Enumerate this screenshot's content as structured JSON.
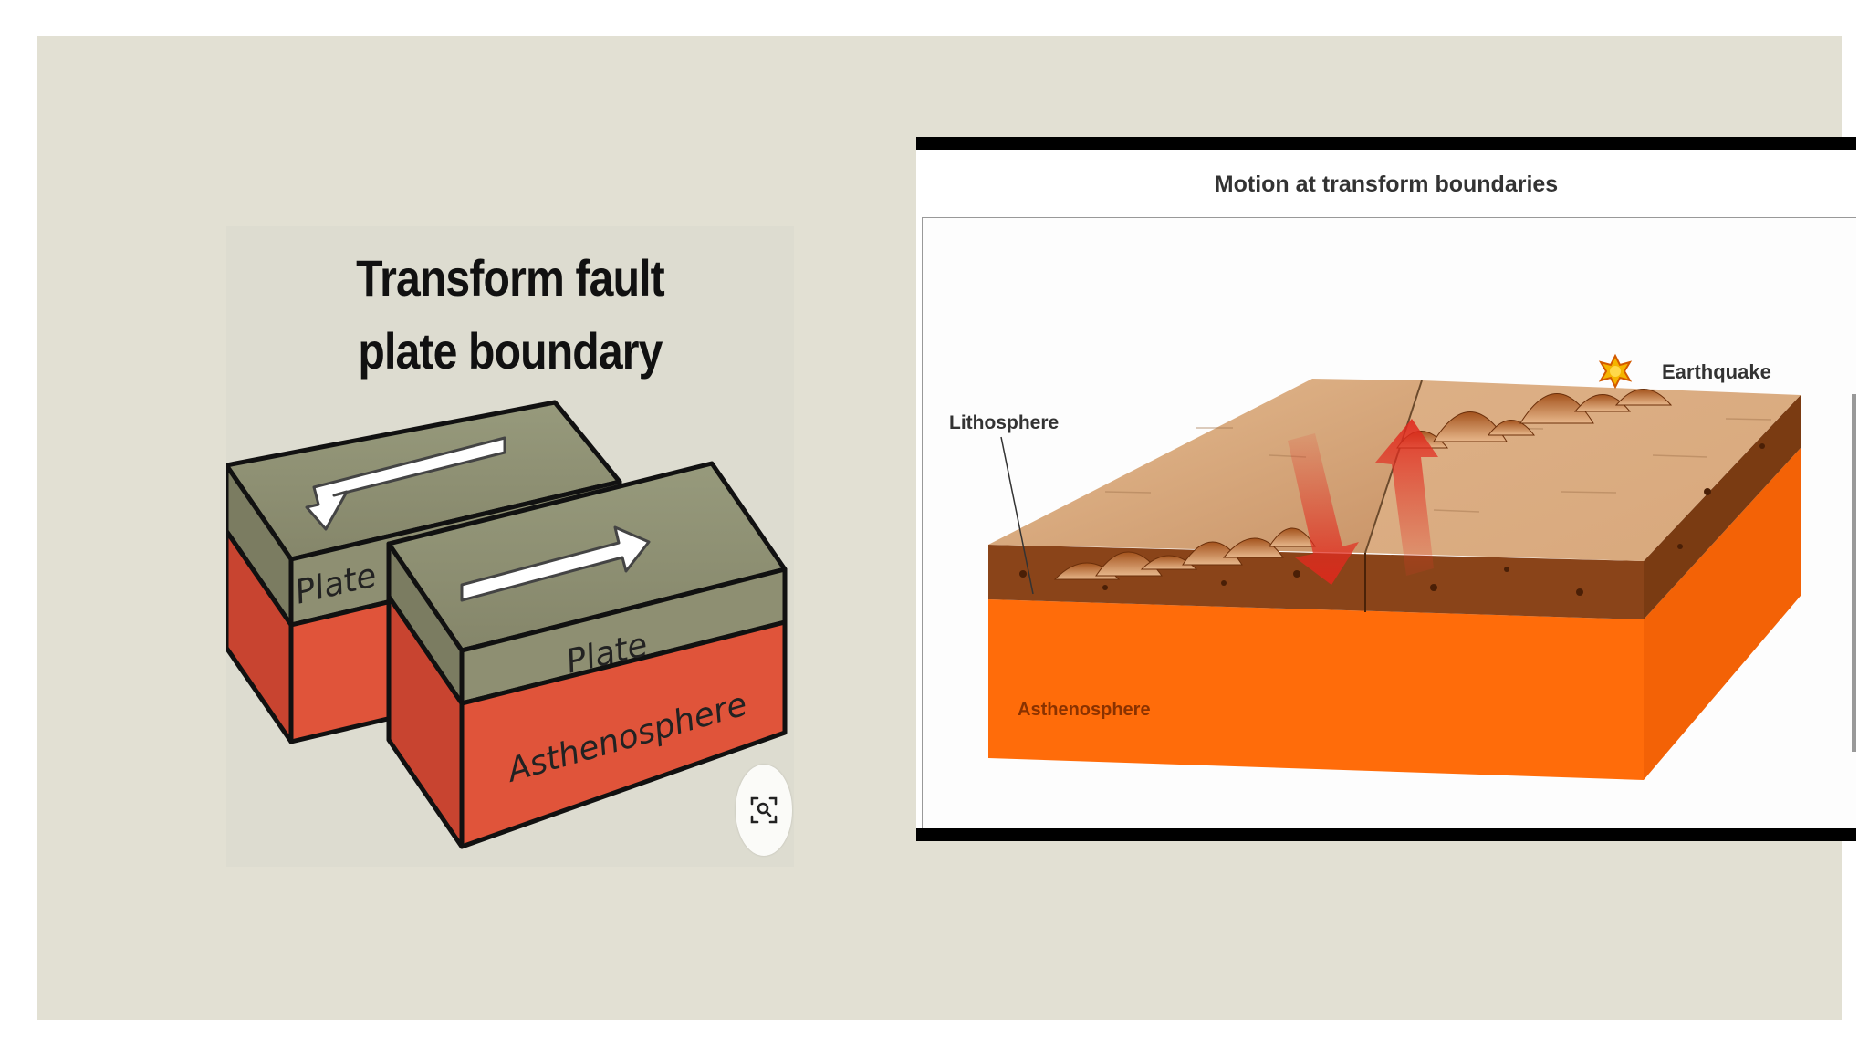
{
  "left_figure": {
    "title_line1": "Transform fault",
    "title_line2": "plate boundary",
    "label_plate_back": "Plate",
    "label_plate_front": "Plate",
    "label_asthenosphere": "Asthenosphere",
    "lens_icon": "visual-search-icon"
  },
  "right_figure": {
    "title": "Motion at transform boundaries",
    "legend_label": "Earthquake",
    "legend_icon": "earthquake-star-icon",
    "label_lithosphere": "Lithosphere",
    "label_asthenosphere": "Asthenosphere"
  },
  "colors": {
    "slide_background": "#e2e0d3",
    "plate_olive": "#8e8f72",
    "asthenosphere_left": "#e0543a",
    "lithosphere_top": "#cf9e73",
    "lithosphere_side": "#7a3b12",
    "asthenosphere_right": "#ff6c0a",
    "motion_arrow": "#e53a2c",
    "earthquake": "#f0a800"
  }
}
